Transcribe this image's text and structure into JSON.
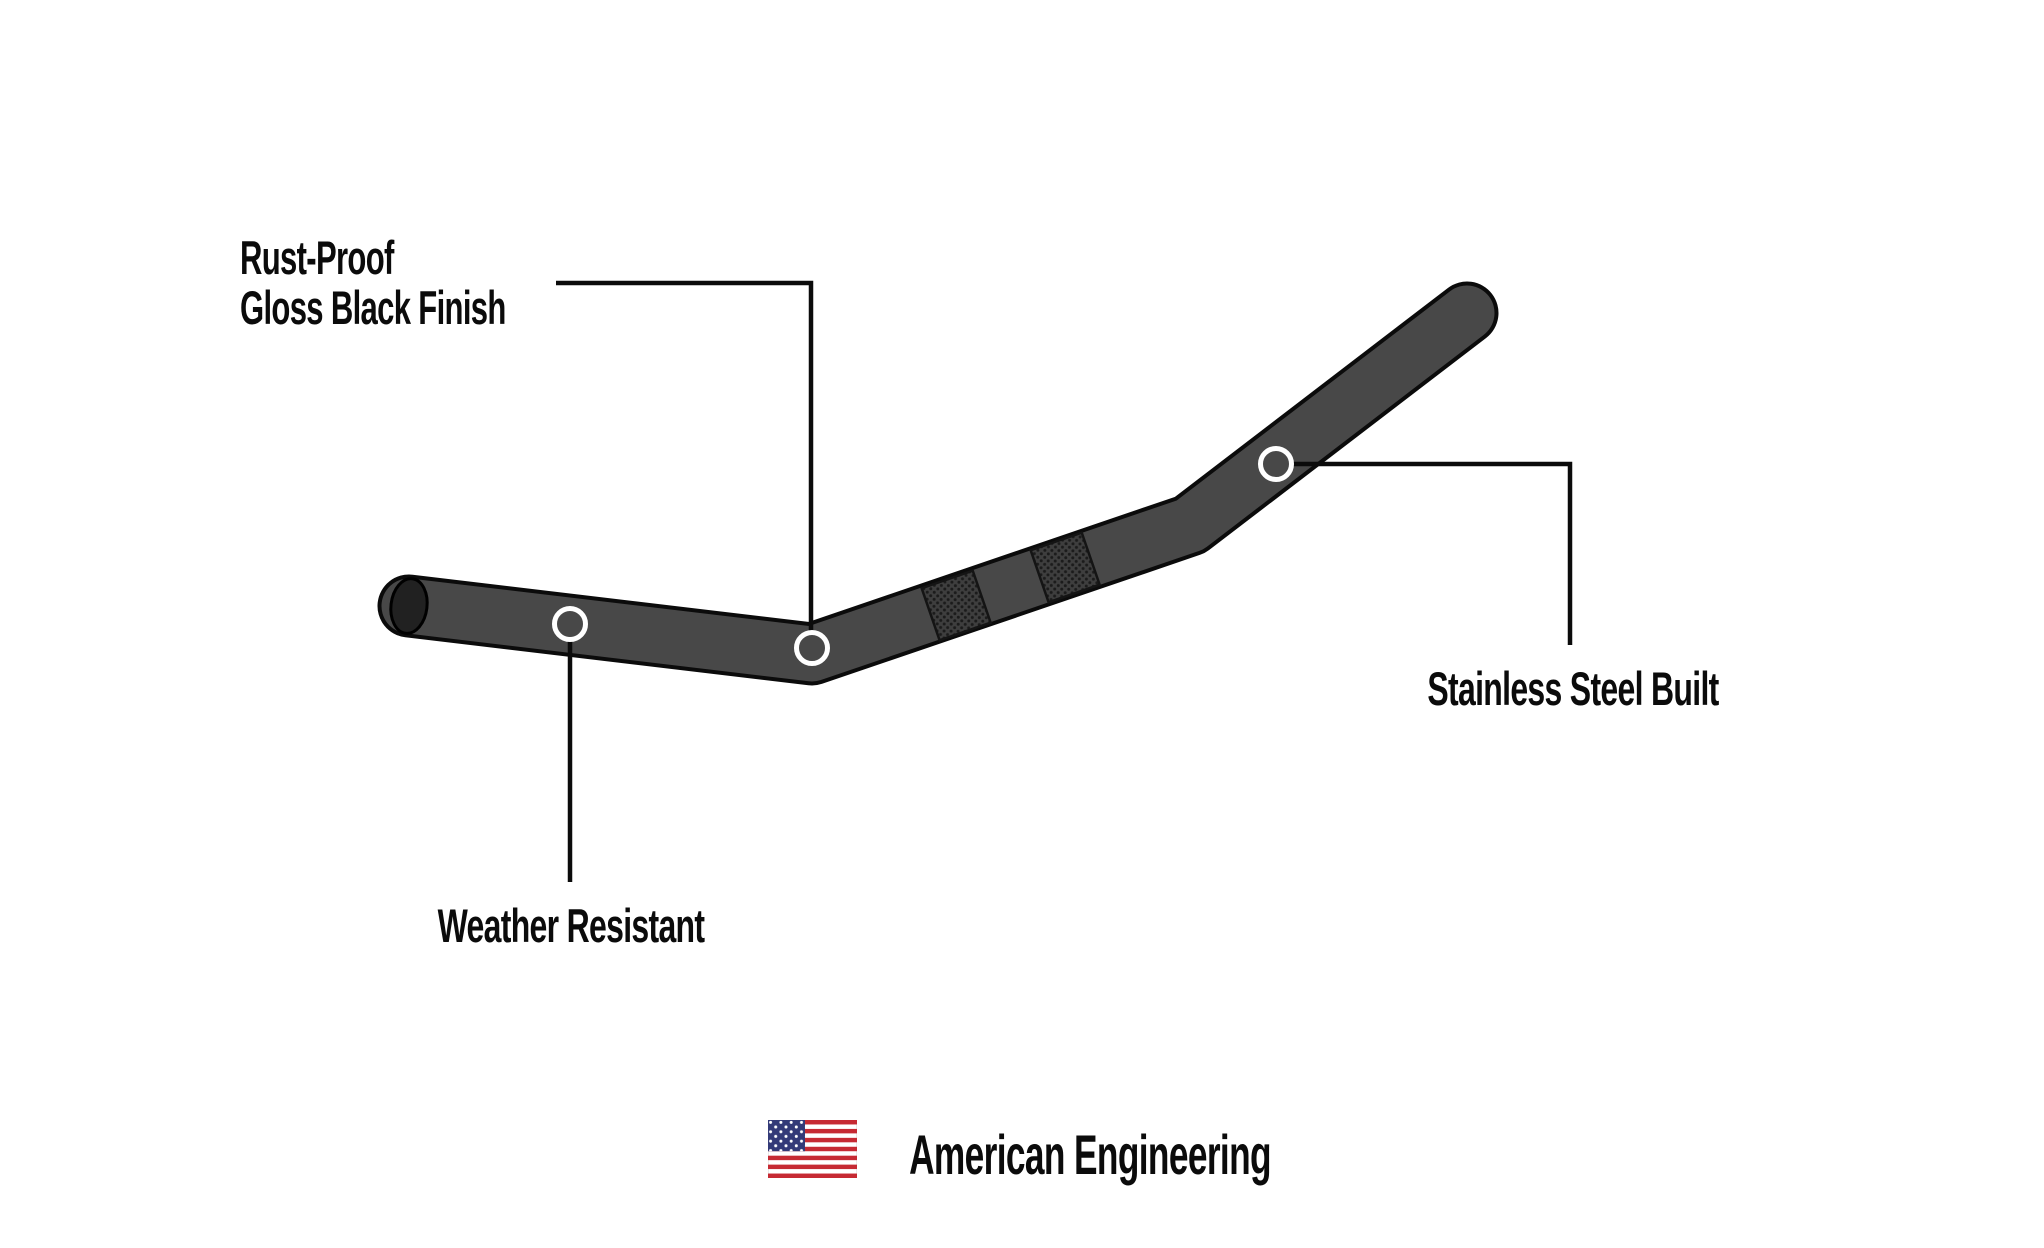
{
  "callouts": [
    {
      "id": "gloss-finish",
      "lines": [
        "Rust-Proof",
        "Gloss Black Finish"
      ]
    },
    {
      "id": "weather",
      "label": "Weather Resistant"
    },
    {
      "id": "stainless",
      "label": "Stainless Steel Built"
    }
  ],
  "footer": {
    "label": "American Engineering",
    "flag_icon": "us-flag-icon"
  },
  "colors": {
    "background": "#ffffff",
    "text": "#0b0b0b",
    "line": "#0b0b0b",
    "marker_ring": "#ffffff",
    "tube_fill": "#484848",
    "tube_outline": "#0b0b0b",
    "tube_end_cap": "#212121",
    "knurl_dark": "#3e3e3e",
    "flag_red": "#c62a33",
    "flag_blue": "#333a78",
    "flag_white": "#ffffff"
  }
}
